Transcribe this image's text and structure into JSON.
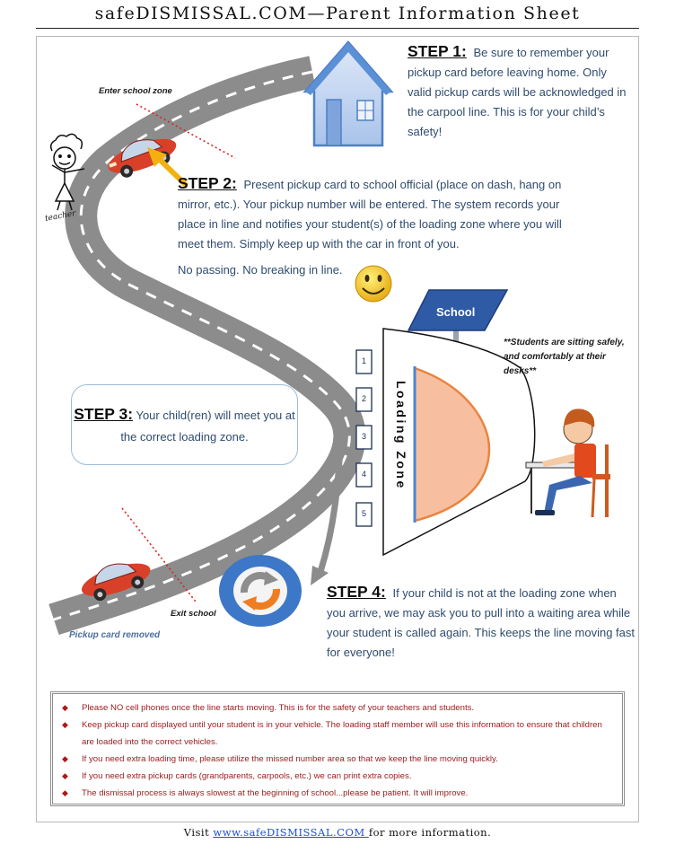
{
  "title": "safeDISMISSAL.COM—Parent Information Sheet",
  "step1": {
    "heading": "STEP 1:",
    "text": "Be sure to remember your pickup card before leaving home.  Only valid pickup cards will be acknowledged in the carpool line.  This is for your child’s safety!"
  },
  "step2": {
    "heading": "STEP 2:",
    "text": "Present pickup card to school official (place on dash, hang on mirror, etc.).  Your pickup number will be entered.  The system records your place in line and notifies your student(s) of the loading zone where you will meet them.  Simply keep up with the car in front of you.",
    "note": "No passing. No breaking in line."
  },
  "step3": {
    "heading": "STEP 3:",
    "text": "Your child(ren) will meet you at the correct loading zone."
  },
  "step4": {
    "heading": "STEP 4:",
    "text": "If your child is not at the loading zone when you arrive, we may ask you to pull into a waiting area while your student is called again.  This keeps the line moving fast for everyone!"
  },
  "labels": {
    "enter_zone": "Enter school zone",
    "teacher": "teacher",
    "exit_school": "Exit school",
    "pickup_removed": "Pickup card removed",
    "school": "School",
    "loading_zone": "Loading Zone",
    "students_note": "**Students are sitting safely, and comfortably at their desks**",
    "zones": [
      "1",
      "2",
      "3",
      "4",
      "5"
    ]
  },
  "notes": [
    "Please NO cell phones once the line starts moving.  This is for the safety of your teachers and students.",
    "Keep pickup card displayed until your student is in your vehicle.  The loading staff member will use this information to ensure that children are loaded into the correct vehicles.",
    "If you need extra loading time, please utilize the missed number area so that we keep the line moving quickly.",
    "If you need extra pickup cards (grandparents, carpools, etc.) we can print extra copies.",
    "The dismissal process is always slowest at the beginning of school...please be patient.  It will improve."
  ],
  "footer": {
    "prefix": "Visit ",
    "link": "www.safeDISMISSAL.COM ",
    "suffix": "for more information."
  },
  "colors": {
    "road": "#8c8c8c",
    "car": "#d8402a",
    "house_blue": "#5b8fd6",
    "school_sign": "#2f5aa6",
    "zone_fill": "#f7bfa0",
    "zone_edge": "#e98440",
    "step_text": "#2f4b6e",
    "note_text": "#9a1b1b",
    "smiley": "#f2c21a",
    "recycle_bg": "#3d77c7"
  },
  "icons": [
    "house-icon",
    "car-icon",
    "teacher-icon",
    "smiley-icon",
    "recycle-icon",
    "student-at-desk-icon",
    "arrow-icon"
  ]
}
